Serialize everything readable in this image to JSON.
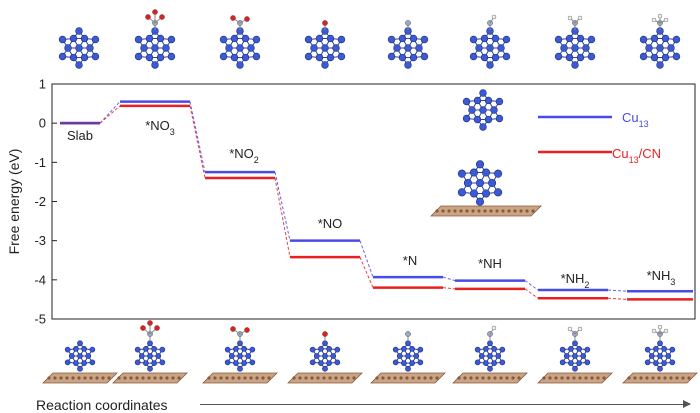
{
  "chart_data": {
    "type": "line",
    "ylabel": "Free energy (eV)",
    "xlabel": "Reaction coordinates",
    "ylim": [
      -5,
      1
    ],
    "yticks": [
      1,
      0,
      -1,
      -2,
      -3,
      -4,
      -5
    ],
    "categories": [
      "Slab",
      "*NO3",
      "*NO2",
      "*NO",
      "*N",
      "*NH",
      "*NH2",
      "*NH3"
    ],
    "series": [
      {
        "name": "Cu13",
        "color": "#4a4ae8",
        "values": [
          0.0,
          0.55,
          -1.25,
          -3.0,
          -3.93,
          -4.02,
          -4.26,
          -4.29
        ]
      },
      {
        "name": "Cu13/CN",
        "color": "#e82020",
        "values": [
          0.0,
          0.44,
          -1.4,
          -3.42,
          -4.2,
          -4.23,
          -4.47,
          -4.5
        ]
      }
    ],
    "grid": false,
    "legend": "right"
  },
  "labels": {
    "slab": "Slab",
    "no3": {
      "base": "*NO",
      "sub": "3"
    },
    "no2": {
      "base": "*NO",
      "sub": "2"
    },
    "no": "*NO",
    "n": "*N",
    "nh": "*NH",
    "nh2": {
      "base": "*NH",
      "sub": "2"
    },
    "nh3": {
      "base": "*NH",
      "sub": "3"
    },
    "legend_cu13": {
      "base": "Cu",
      "sub": "13"
    },
    "legend_cucn": {
      "base": "Cu",
      "sub": "13",
      "tail": "/CN"
    },
    "reaction": "Reaction coordinates"
  },
  "colors": {
    "cu": "#3b5bd6",
    "carbon": "#8a5a3c",
    "oxygen": "#e02020",
    "nitrogen": "#9aa8c8",
    "hydrogen": "#f2f2f2"
  }
}
